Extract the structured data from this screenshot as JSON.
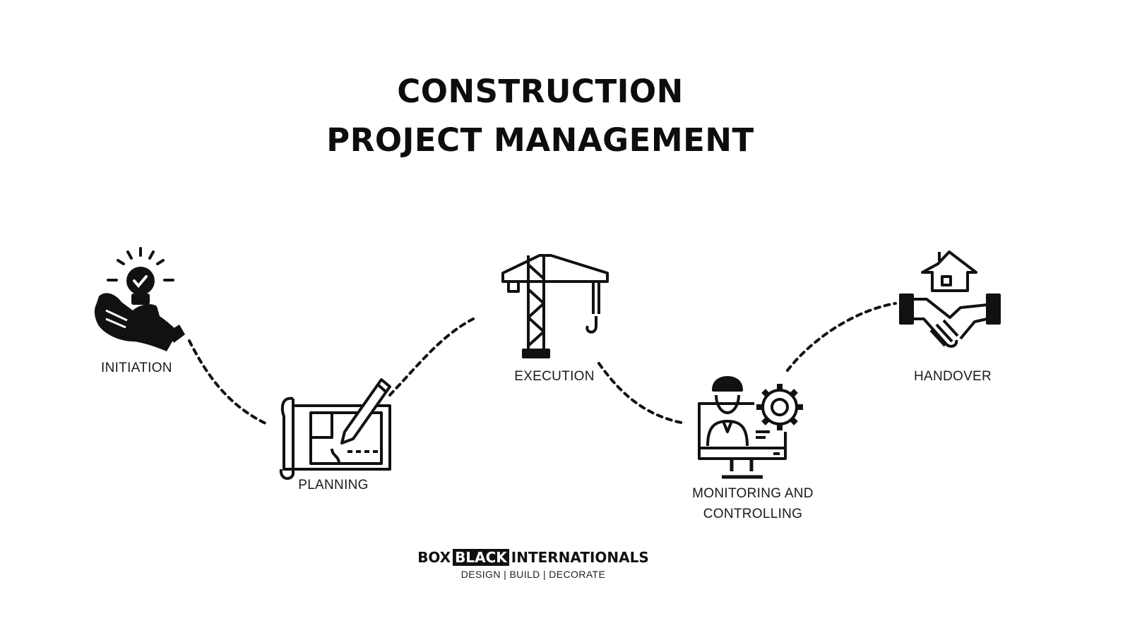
{
  "title": {
    "line1": "CONSTRUCTION",
    "line2": "PROJECT MANAGEMENT"
  },
  "steps": [
    {
      "label": "INITIATION",
      "icon": "lightbulb-hand-icon"
    },
    {
      "label": "PLANNING",
      "icon": "blueprint-pencil-icon"
    },
    {
      "label": "EXECUTION",
      "icon": "crane-icon"
    },
    {
      "label_line1": "MONITORING AND",
      "label_line2": "CONTROLLING",
      "icon": "engineer-monitor-gear-icon"
    },
    {
      "label": "HANDOVER",
      "icon": "handshake-house-icon"
    }
  ],
  "brand": {
    "part1": "BOX",
    "part2": "BLACK",
    "part3": "INTERNATIONALS",
    "tagline": "DESIGN | BUILD | DECORATE"
  },
  "colors": {
    "ink": "#111111",
    "background": "#ffffff"
  }
}
